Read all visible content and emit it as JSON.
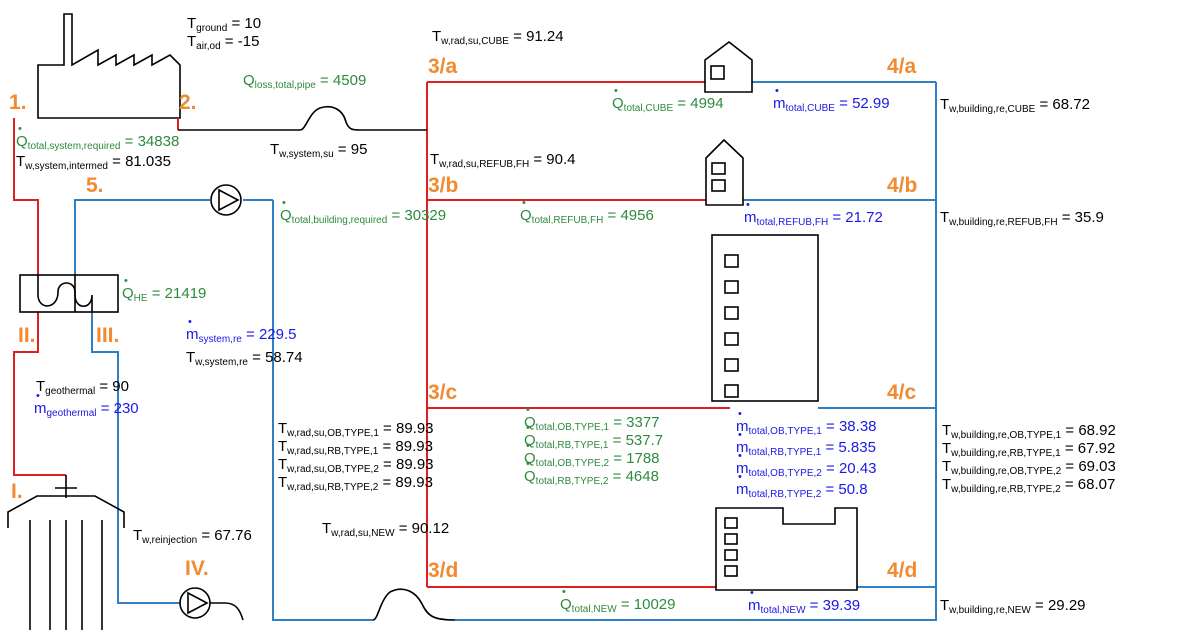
{
  "colors": {
    "supply": "#e02020",
    "return": "#2f7fc4",
    "pipe": "#000000",
    "heat": "#2e8b3e",
    "mass": "#1a1ae6",
    "node": "#f28a30"
  },
  "nodes": {
    "n1": "1.",
    "n2": "2.",
    "n5": "5.",
    "nI": "I.",
    "nII": "II.",
    "nIII": "III.",
    "nIV": "IV.",
    "n3a": "3/a",
    "n3b": "3/b",
    "n3c": "3/c",
    "n3d": "3/d",
    "n4a": "4/a",
    "n4b": "4/b",
    "n4c": "4/c",
    "n4d": "4/d"
  },
  "labels": {
    "t_ground": {
      "pre": "T",
      "sub": "ground",
      "val": " = 10"
    },
    "t_air_od": {
      "pre": "T",
      "sub": "air,od",
      "val": " = -15"
    },
    "q_loss": {
      "pre": "Q",
      "sub": "loss,total,pipe",
      "val": " = 4509"
    },
    "q_sys_req": {
      "pre": "Q",
      "sub": "total,system,required",
      "val": " = 34838"
    },
    "t_sys_intermed": {
      "pre": "T",
      "sub": "w,system,intermed",
      "val": " = 81.035"
    },
    "t_sys_su": {
      "pre": "T",
      "sub": "w,system,su",
      "val": " = 95"
    },
    "t_rad_su_cube": {
      "pre": "T",
      "sub": "w,rad,su,CUBE",
      "val": " = 91.24"
    },
    "q_cube": {
      "pre": "Q",
      "sub": "total,CUBE",
      "val": " = 4994"
    },
    "m_cube": {
      "pre": "m",
      "sub": "total,CUBE",
      "val": " = 52.99"
    },
    "t_bre_cube": {
      "pre": "T",
      "sub": "w,building,re,CUBE",
      "val": " = 68.72"
    },
    "t_rad_su_refub": {
      "pre": "T",
      "sub": "w,rad,su,REFUB,FH",
      "val": " = 90.4"
    },
    "q_bld_req": {
      "pre": "Q",
      "sub": "total,building,required",
      "val": " = 30329"
    },
    "q_refub": {
      "pre": "Q",
      "sub": "total,REFUB,FH",
      "val": " = 4956"
    },
    "m_refub": {
      "pre": "m",
      "sub": "total,REFUB,FH",
      "val": " = 21.72"
    },
    "t_bre_refub": {
      "pre": "T",
      "sub": "w,building,re,REFUB,FH",
      "val": " = 35.9"
    },
    "q_he": {
      "pre": "Q",
      "sub": "HE",
      "val": " = 21419"
    },
    "m_sys_re": {
      "pre": "m",
      "sub": "system,re",
      "val": " = 229.5"
    },
    "t_sys_re": {
      "pre": "T",
      "sub": "w,system,re",
      "val": " = 58.74"
    },
    "t_geo": {
      "pre": "T",
      "sub": "geothermal",
      "val": " = 90"
    },
    "m_geo": {
      "pre": "m",
      "sub": "geothermal",
      "val": " = 230"
    },
    "t_rad_ob1": {
      "pre": "T",
      "sub": "w,rad,su,OB,TYPE,1",
      "val": " = 89.93"
    },
    "t_rad_rb1": {
      "pre": "T",
      "sub": "w,rad,su,RB,TYPE,1",
      "val": " = 89.93"
    },
    "t_rad_ob2": {
      "pre": "T",
      "sub": "w,rad,su,OB,TYPE,2",
      "val": " = 89.93"
    },
    "t_rad_rb2": {
      "pre": "T",
      "sub": "w,rad,su,RB,TYPE,2",
      "val": " = 89.93"
    },
    "q_ob1": {
      "pre": "Q",
      "sub": "total,OB,TYPE,1",
      "val": " = 3377"
    },
    "q_rb1": {
      "pre": "Q",
      "sub": "total,RB,TYPE,1",
      "val": " = 537.7"
    },
    "q_ob2": {
      "pre": "Q",
      "sub": "total,OB,TYPE,2",
      "val": " = 1788"
    },
    "q_rb2": {
      "pre": "Q",
      "sub": "total,RB,TYPE,2",
      "val": " = 4648"
    },
    "m_ob1": {
      "pre": "m",
      "sub": "total,OB,TYPE,1",
      "val": " = 38.38"
    },
    "m_rb1": {
      "pre": "m",
      "sub": "total,RB,TYPE,1",
      "val": " = 5.835"
    },
    "m_ob2": {
      "pre": "m",
      "sub": "total,OB,TYPE,2",
      "val": " = 20.43"
    },
    "m_rb2": {
      "pre": "m",
      "sub": "total,RB,TYPE,2",
      "val": " = 50.8"
    },
    "t_bre_ob1": {
      "pre": "T",
      "sub": "w,building,re,OB,TYPE,1",
      "val": " = 68.92"
    },
    "t_bre_rb1": {
      "pre": "T",
      "sub": "w,building,re,RB,TYPE,1",
      "val": " = 67.92"
    },
    "t_bre_ob2": {
      "pre": "T",
      "sub": "w,building,re,OB,TYPE,2",
      "val": " = 69.03"
    },
    "t_bre_rb2": {
      "pre": "T",
      "sub": "w,building,re,RB,TYPE,2",
      "val": " = 68.07"
    },
    "t_reinj": {
      "pre": "T",
      "sub": "w,reinjection",
      "val": " = 67.76"
    },
    "t_rad_new": {
      "pre": "T",
      "sub": "w,rad,su,NEW",
      "val": " = 90.12"
    },
    "q_new": {
      "pre": "Q",
      "sub": "total,NEW",
      "val": " = 10029"
    },
    "m_new": {
      "pre": "m",
      "sub": "total,NEW",
      "val": " = 39.39"
    },
    "t_bre_new": {
      "pre": "T",
      "sub": "w,building,re,NEW",
      "val": " = 29.29"
    }
  }
}
